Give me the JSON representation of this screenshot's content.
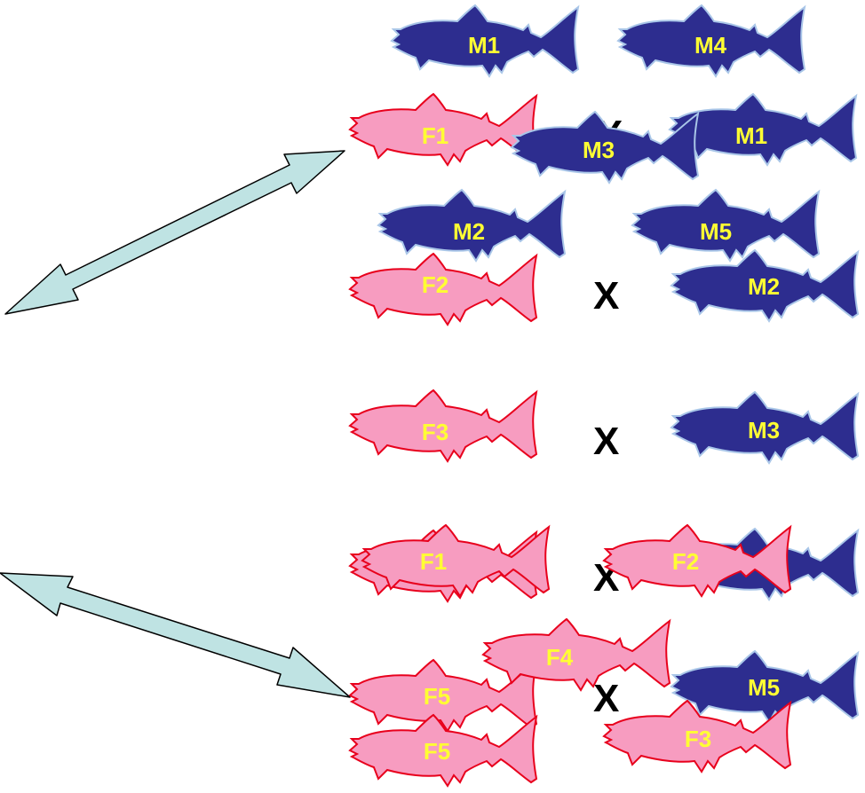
{
  "colors": {
    "male_fill": "#2d2d8f",
    "male_stroke": "#a9c6e8",
    "female_fill": "#f79cc0",
    "female_stroke": "#e8001c",
    "label": "#ffff33",
    "arrow_fill": "#bfe3e3",
    "arrow_stroke": "#000000"
  },
  "cross_symbol": "X",
  "fish": [
    {
      "id": "m1-top",
      "sex": "male",
      "label": "M1"
    },
    {
      "id": "m4-top",
      "sex": "male",
      "label": "M4"
    },
    {
      "id": "f1-row1",
      "sex": "female",
      "label": "F1"
    },
    {
      "id": "m1-row1",
      "sex": "male",
      "label": "M1"
    },
    {
      "id": "m3-floating",
      "sex": "male",
      "label": "M3"
    },
    {
      "id": "m2-floating",
      "sex": "male",
      "label": "M2"
    },
    {
      "id": "m5-floating",
      "sex": "male",
      "label": "M5"
    },
    {
      "id": "f2-row2",
      "sex": "female",
      "label": "F2"
    },
    {
      "id": "m2-row2",
      "sex": "male",
      "label": "M2"
    },
    {
      "id": "f3-row3",
      "sex": "female",
      "label": "F3"
    },
    {
      "id": "m3-row3",
      "sex": "male",
      "label": "M3"
    },
    {
      "id": "male-row4-hidden",
      "sex": "male",
      "label": ""
    },
    {
      "id": "f1-row4-back",
      "sex": "female",
      "label": ""
    },
    {
      "id": "f1-row4",
      "sex": "female",
      "label": "F1"
    },
    {
      "id": "f2-row4",
      "sex": "female",
      "label": "F2"
    },
    {
      "id": "m5-row5",
      "sex": "male",
      "label": "M5"
    },
    {
      "id": "f4-floating",
      "sex": "female",
      "label": "F4"
    },
    {
      "id": "f5-row5",
      "sex": "female",
      "label": "F5"
    },
    {
      "id": "f5-bottom",
      "sex": "female",
      "label": "F5"
    },
    {
      "id": "f3-bottom",
      "sex": "female",
      "label": "F3"
    }
  ]
}
